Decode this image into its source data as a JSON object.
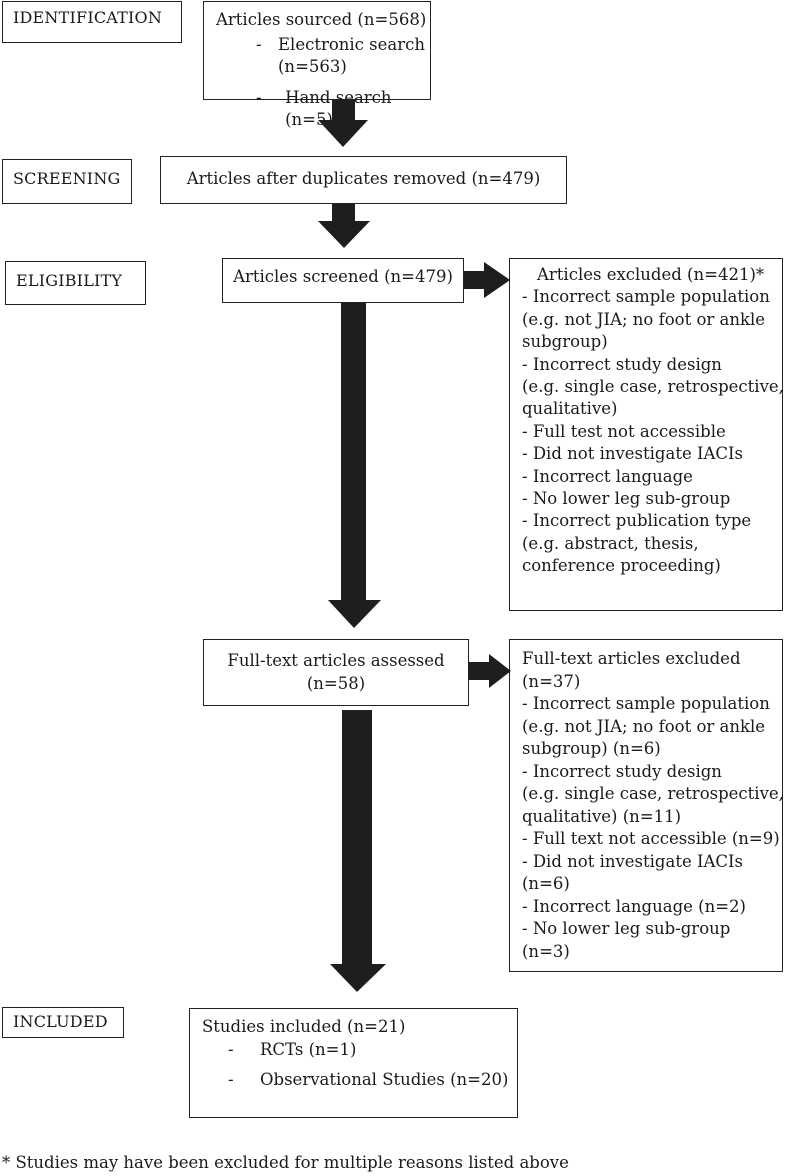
{
  "stages": {
    "identification": "IDENTIFICATION",
    "screening": "SCREENING",
    "eligibility": "ELIGIBILITY",
    "included": "INCLUDED"
  },
  "boxes": {
    "sourced": {
      "title": "Articles sourced (n=568)",
      "items": [
        "Electronic search (n=563)",
        "Hand search (n=5)"
      ]
    },
    "duplicates": {
      "title": "Articles after duplicates removed (n=479)"
    },
    "screened": {
      "title": "Articles screened (n=479)"
    },
    "excluded": {
      "title": "Articles excluded (n=421)*",
      "lines": [
        "- Incorrect sample population",
        "(e.g. not JIA; no foot or ankle",
        "subgroup)",
        "- Incorrect study design",
        "(e.g. single case, retrospective,",
        "qualitative)",
        "- Full test not accessible",
        "- Did not investigate IACIs",
        "- Incorrect language",
        "- No lower leg sub-group",
        "- Incorrect publication type",
        "(e.g. abstract, thesis,",
        "conference proceeding)"
      ]
    },
    "fulltext": {
      "line1": "Full-text articles assessed",
      "line2": "(n=58)"
    },
    "fulltext_excluded": {
      "lines": [
        "Full-text articles excluded",
        "(n=37)",
        "- Incorrect sample population",
        "(e.g. not JIA; no foot or ankle",
        "subgroup) (n=6)",
        "- Incorrect study design",
        "(e.g. single case, retrospective,",
        "qualitative) (n=11)",
        "- Full text not accessible (n=9)",
        "- Did not investigate IACIs",
        "(n=6)",
        "- Incorrect language (n=2)",
        "- No lower leg sub-group",
        "(n=3)"
      ]
    },
    "included": {
      "title": "Studies included (n=21)",
      "items": [
        "RCTs (n=1)",
        "Observational Studies (n=20)"
      ]
    }
  },
  "dash": "-",
  "footnote": "* Studies may have been excluded for multiple reasons listed above"
}
